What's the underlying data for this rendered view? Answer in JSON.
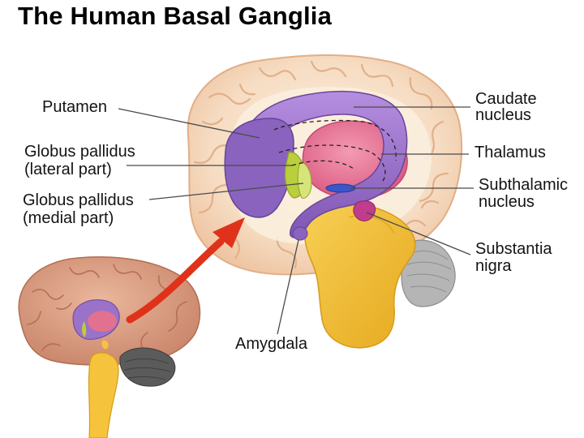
{
  "title": "The Human Basal Ganglia",
  "labels": {
    "putamen": "Putamen",
    "gp_lateral": [
      "Globus pallidus",
      "(lateral part)"
    ],
    "gp_medial": [
      "Globus pallidus",
      "(medial part)"
    ],
    "caudate": [
      "Caudate",
      "nucleus"
    ],
    "thalamus": "Thalamus",
    "subthalamic": [
      "Subthalamic",
      "nucleus"
    ],
    "substantia": [
      "Substantia",
      "nigra"
    ],
    "amygdala": "Amygdala"
  },
  "colors": {
    "cortex": "#f6dcc2",
    "cortex_gyri": "#e3b48c",
    "white_matter": "#fbeedd",
    "caudate_putamen": "#9a72c8",
    "thalamus": "#e2708f",
    "globus_pallidus": "#b9cf3b",
    "subthalamic": "#3b57c7",
    "substantia_nigra": "#c03d8c",
    "brainstem": "#f6c43c",
    "cerebellum": "#a9a9a9",
    "arrow": "#e0321b",
    "small_brain": "#d99b7c"
  }
}
